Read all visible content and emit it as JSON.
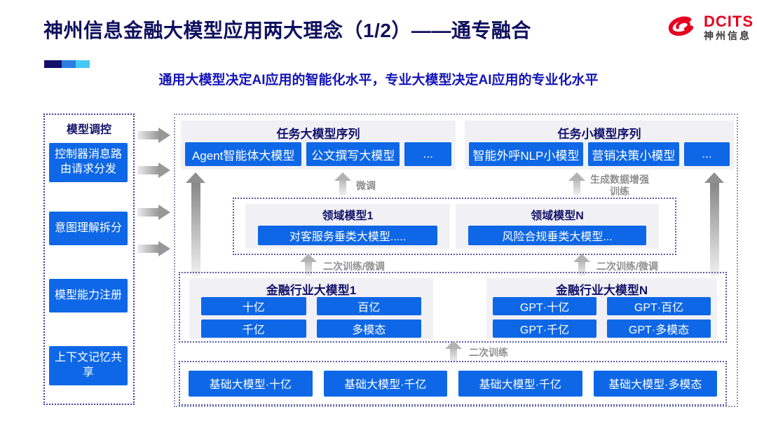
{
  "header": {
    "title": "神州信息金融大模型应用两大理念（1/2）——通专融合",
    "subtitle": "通用大模型决定AI应用的智能化水平，专业大模型决定AI应用的专业化水平",
    "logo": {
      "brand": "DCITS",
      "company": "神州信息"
    }
  },
  "colors": {
    "node_blue": "#0e67e6",
    "title_navy": "#0f0f5e",
    "subtitle_blue": "#1414b8",
    "brand_red": "#e6001f",
    "arrow_label_gray": "#8f8f8f"
  },
  "sidebar": {
    "title": "模型调控",
    "items": [
      {
        "label": "控制器消息路由请求分发"
      },
      {
        "label": "意图理解拆分"
      },
      {
        "label": "模型能力注册"
      },
      {
        "label": "上下文记忆共享"
      }
    ]
  },
  "diagram": {
    "task_large_series": {
      "title": "任务大模型序列",
      "items": [
        "Agent智能体大模型",
        "公文撰写大模型",
        "..."
      ]
    },
    "task_small_series": {
      "title": "任务小模型序列",
      "items": [
        "智能外呼NLP小模型",
        "营销决策小模型",
        "..."
      ]
    },
    "domain_models": {
      "model_1": {
        "title": "领域模型1",
        "node": "对客服务垂类大模型....."
      },
      "model_n": {
        "title": "领域模型N",
        "node": "风险合规垂类大模型..."
      }
    },
    "industry_models": {
      "model_1": {
        "title": "金融行业大模型1",
        "items": [
          "十亿",
          "百亿",
          "千亿",
          "多模态"
        ]
      },
      "model_n": {
        "title": "金融行业大模型N",
        "items": [
          "GPT·十亿",
          "GPT·百亿",
          "GPT·千亿",
          "GPT·多模态"
        ]
      }
    },
    "base_models": {
      "items": [
        "基础大模型·十亿",
        "基础大模型·千亿",
        "基础大模型·千亿",
        "基础大模型·多模态"
      ]
    },
    "arrow_labels": {
      "finetune": "微调",
      "gen_data_training": "生成数据增强训练",
      "retrain_finetune_left": "二次训练/微调",
      "retrain_finetune_right": "二次训练/微调",
      "retrain": "二次训练"
    }
  }
}
